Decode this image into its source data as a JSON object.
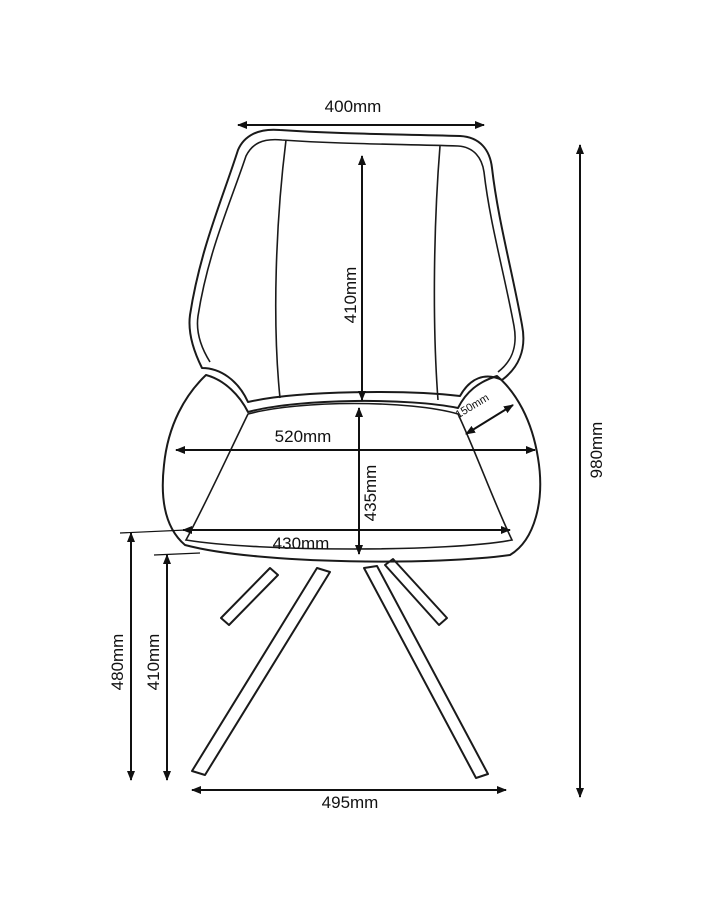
{
  "dimensions": {
    "back_width": "400mm",
    "back_height": "410mm",
    "total_height": "980mm",
    "armrest_width": "150mm",
    "overall_width": "520mm",
    "seat_depth": "435mm",
    "seat_width": "430mm",
    "seat_height": "480mm",
    "leg_height": "410mm",
    "base_width": "495mm"
  }
}
